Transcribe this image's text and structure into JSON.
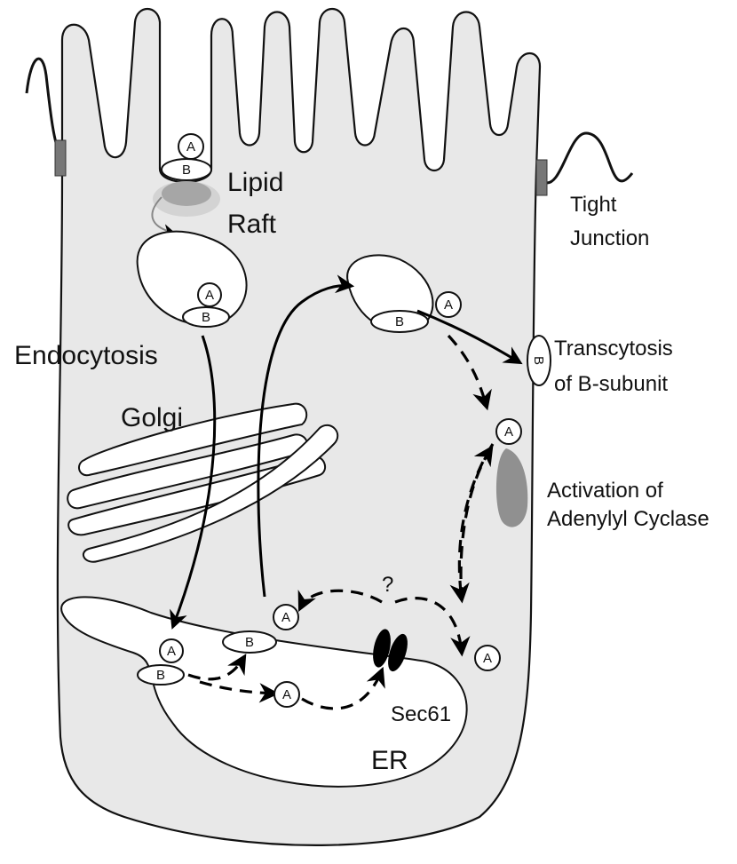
{
  "labels": {
    "lipid": "Lipid",
    "raft": "Raft",
    "tight": "Tight",
    "junction": "Junction",
    "endocytosis": "Endocytosis",
    "golgi": "Golgi",
    "transcytosis_1": "Transcytosis",
    "transcytosis_2": "of B-subunit",
    "activation_1": "Activation of",
    "activation_2": "Adenylyl Cyclase",
    "question": "?",
    "sec61": "Sec61",
    "er": "ER"
  },
  "subunits": {
    "a": "A",
    "b": "B"
  },
  "colors": {
    "cytoplasm": "#e8e8e8",
    "outline": "#111111",
    "raft": "#8f8f8f",
    "adenylyl_cyclase": "#909090",
    "organelle": "#ffffff"
  }
}
